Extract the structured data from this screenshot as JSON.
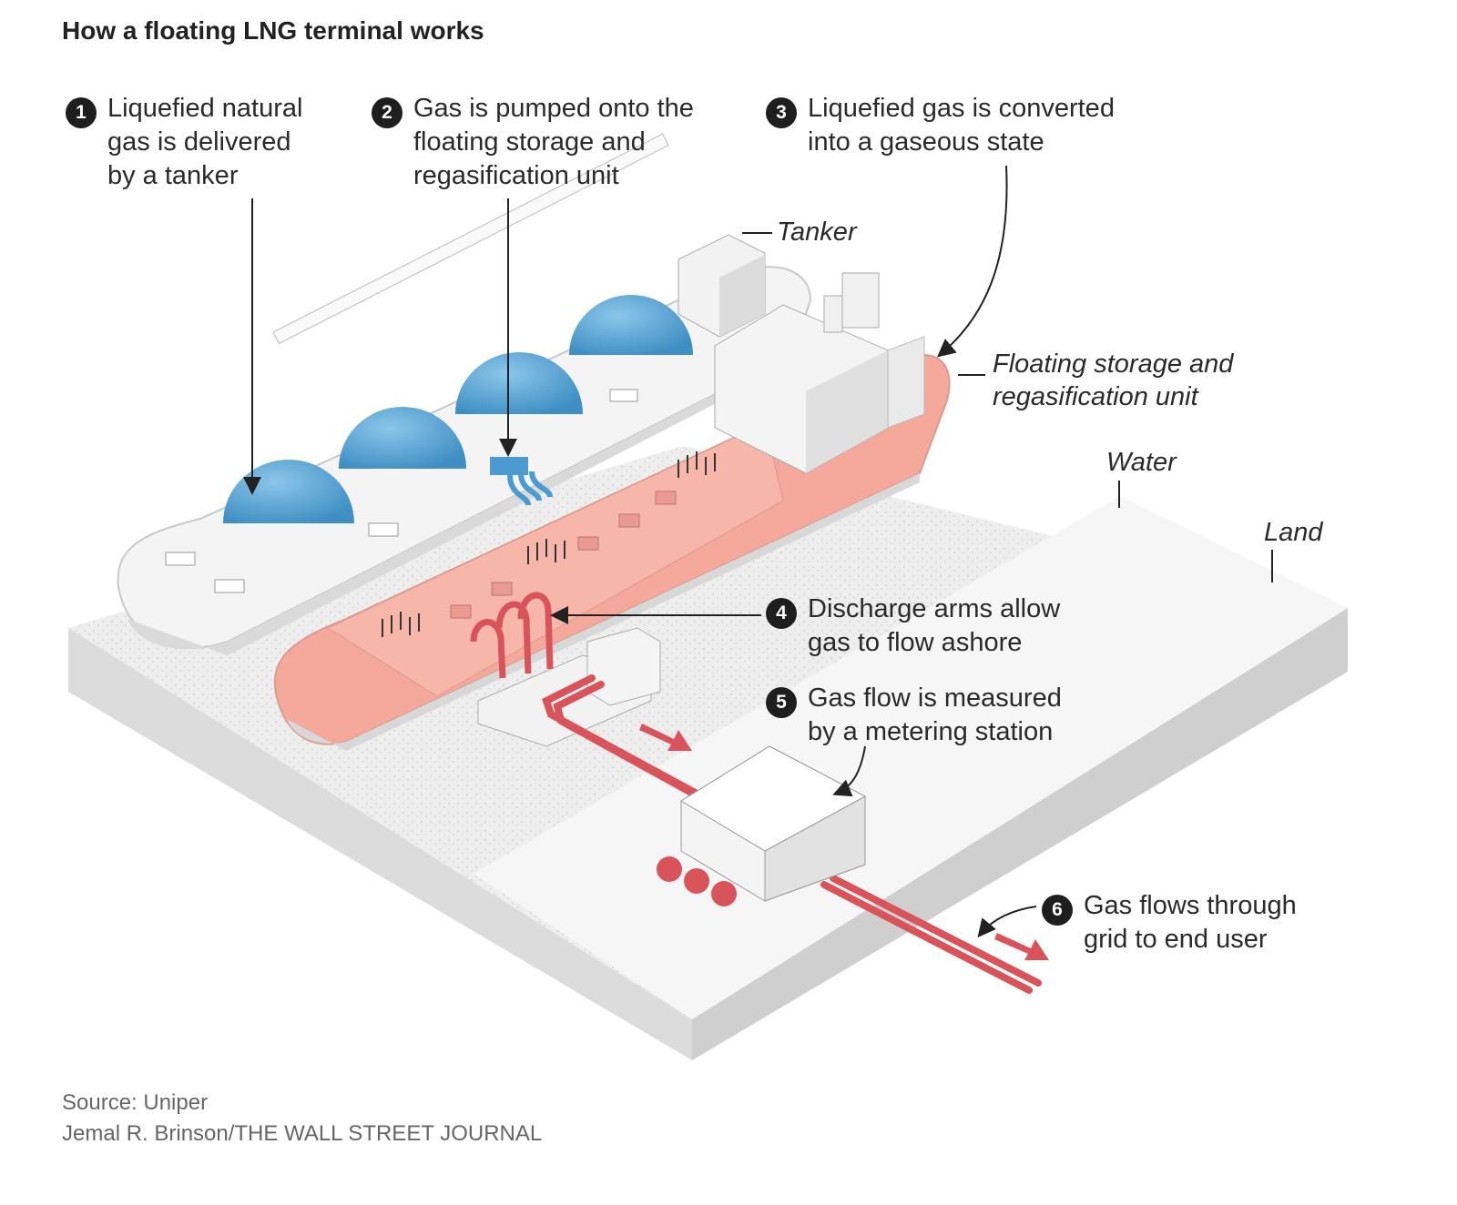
{
  "title": "How a floating LNG terminal works",
  "steps": [
    {
      "num": "1",
      "text": "Liquefied natural\ngas is delivered\nby a tanker"
    },
    {
      "num": "2",
      "text": "Gas is pumped onto the\nfloating storage and\nregasification unit"
    },
    {
      "num": "3",
      "text": "Liquefied gas is converted\ninto a gaseous state"
    },
    {
      "num": "4",
      "text": "Discharge arms allow\ngas to flow ashore"
    },
    {
      "num": "5",
      "text": "Gas flow is measured\nby a metering station"
    },
    {
      "num": "6",
      "text": "Gas flows through\ngrid to end user"
    }
  ],
  "labels": {
    "tanker": "Tanker",
    "fsru": "Floating storage and\nregasification unit",
    "water": "Water",
    "land": "Land"
  },
  "footer": {
    "source": "Source: Uniper",
    "credit": "Jemal R. Brinson/THE WALL STREET JOURNAL"
  },
  "colors": {
    "tank_blue": "#5aa7d8",
    "fsru_pink": "#f4a99b",
    "pipe_red": "#d9545a",
    "base_grey": "#e9e9e9"
  }
}
